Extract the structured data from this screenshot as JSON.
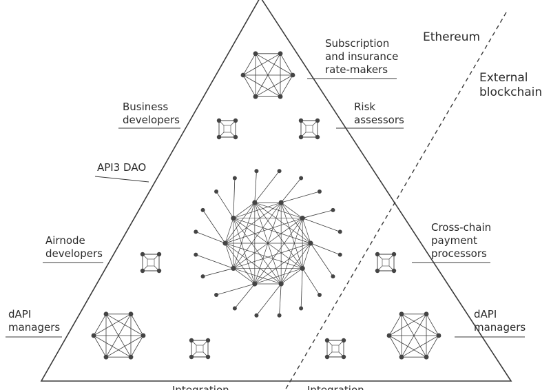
{
  "labels": {
    "ethereum": "Ethereum",
    "external_1": "External",
    "external_2": "blockchain",
    "subscription_1": "Subscription",
    "subscription_2": "and insurance",
    "subscription_3": "rate-makers",
    "business_1": "Business",
    "business_2": "developers",
    "risk_1": "Risk",
    "risk_2": "assessors",
    "api3_dao": "API3 DAO",
    "airnode_1": "Airnode",
    "airnode_2": "developers",
    "crosschain_1": "Cross-chain",
    "crosschain_2": "payment",
    "crosschain_3": "processors",
    "dapi_left_1": "dAPI",
    "dapi_left_2": "managers",
    "dapi_right_1": "dAPI",
    "dapi_right_2": "managers",
    "integration_left": "Integration",
    "integration_right": "Integration"
  },
  "colors": {
    "line": "#3a3a3a",
    "node": "#444444",
    "text": "#2b2b2b"
  }
}
